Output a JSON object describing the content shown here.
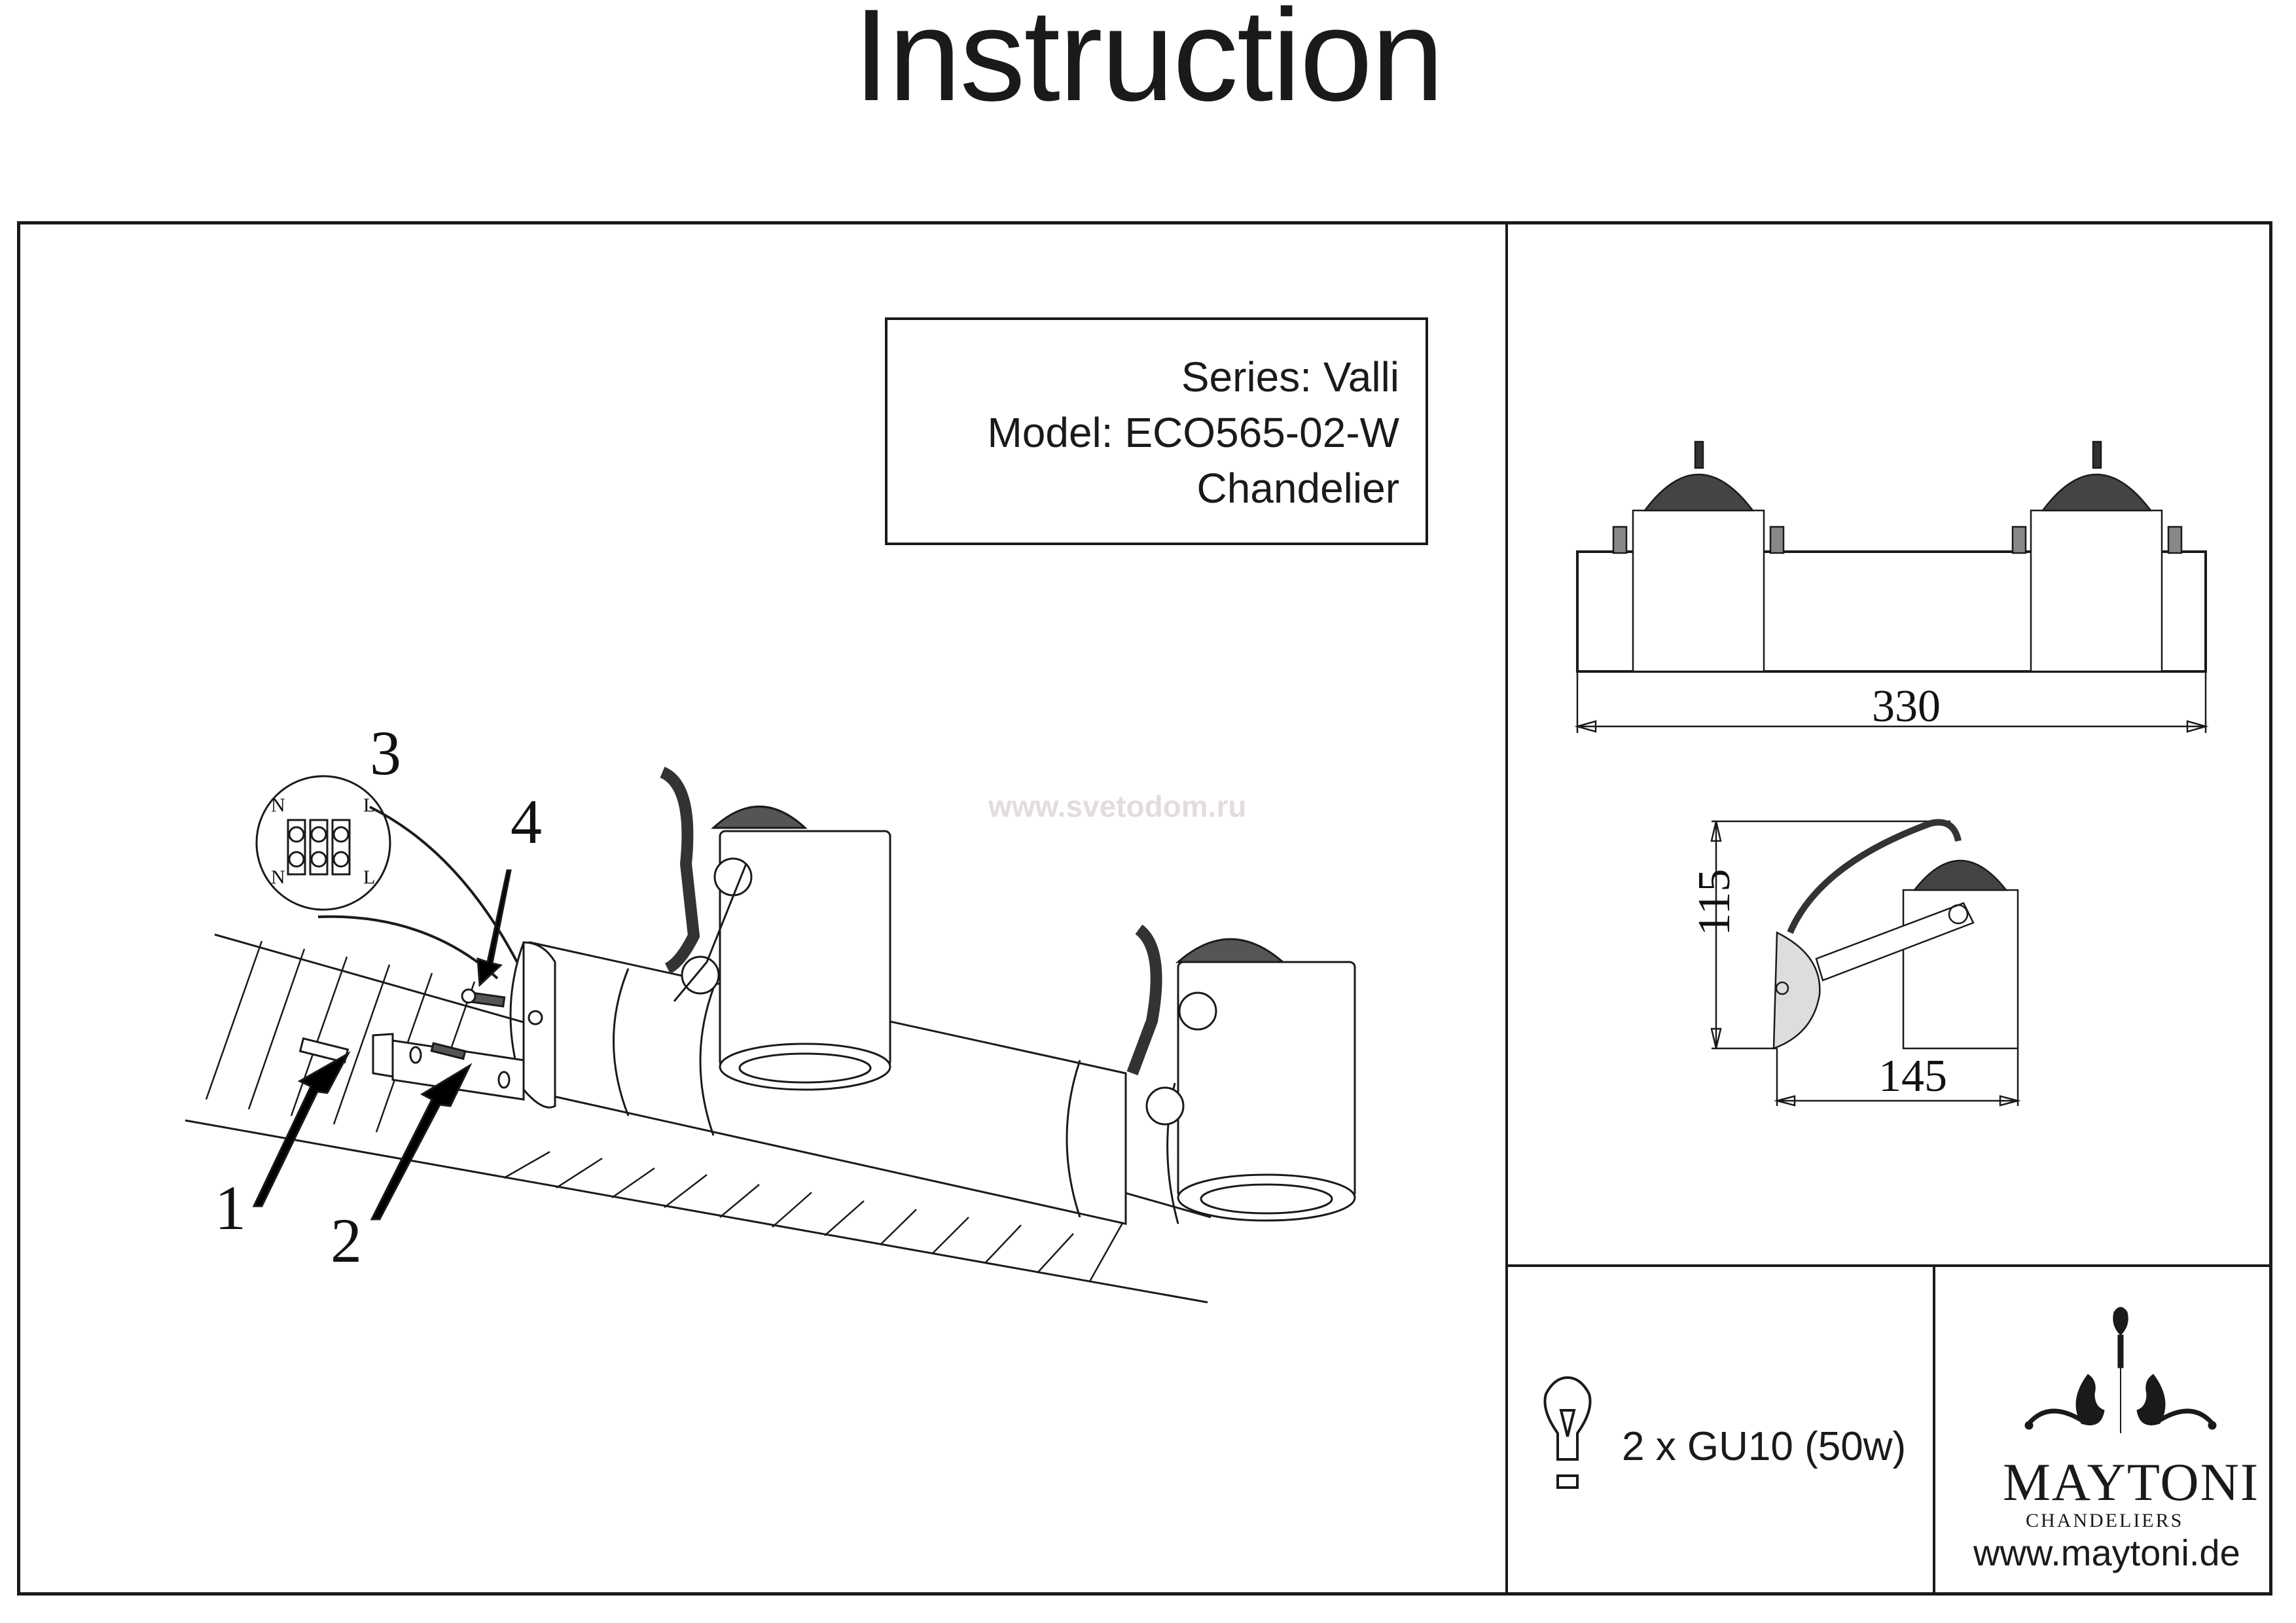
{
  "header": {
    "title": "Instruction"
  },
  "product_info": {
    "series": "Series: Valli",
    "model": "Model: ECO565-02-W",
    "type": "Chandelier"
  },
  "watermark": "www.svetodom.ru",
  "assembly": {
    "step_labels": [
      "1",
      "2",
      "3",
      "4"
    ],
    "wiring_detail": {
      "left_terminal_label": "N",
      "right_terminal_label": "L"
    }
  },
  "dimensions": {
    "width": "330",
    "height": "115",
    "depth": "145"
  },
  "bulb": {
    "icon": "light-bulb-icon",
    "spec": "2 x GU10 (50w)"
  },
  "brand": {
    "logo_icon": "ornamental-chandelier-logo-icon",
    "name": "MAYTONI",
    "subtitle": "CHANDELIERS",
    "website": "www.maytoni.de"
  },
  "colors": {
    "ink": "#1a1a1a",
    "watermark": "#e4dcdc",
    "background": "#ffffff"
  }
}
